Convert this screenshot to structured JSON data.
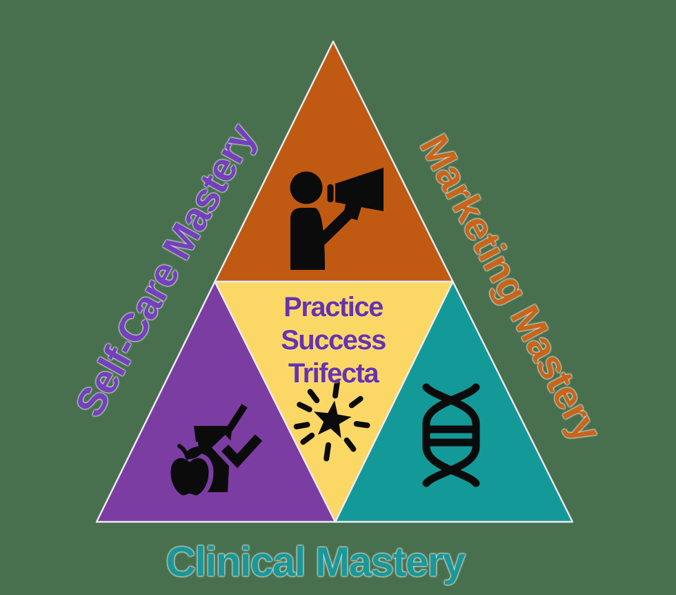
{
  "title": "Practice Success Trifecta",
  "background_color": "#48704e",
  "edge_color": "#f1ecf5",
  "icon_color": "#0b0b0b",
  "center_text": {
    "lines": [
      "Practice",
      "Success",
      "Trifecta"
    ],
    "color": "#6733ad"
  },
  "labels": {
    "self_care": {
      "text": "Self-Care Mastery",
      "color": "#7440bb"
    },
    "marketing": {
      "text": "Marketing Mastery",
      "color": "#c8651c"
    },
    "clinical": {
      "text": "Clinical Mastery",
      "color": "#1b9798"
    }
  },
  "triangles": {
    "marketing": {
      "position": "top",
      "color": "#c05a12",
      "icon": "megaphone-person-icon"
    },
    "self_care": {
      "position": "bottom-left",
      "color": "#7c3da3",
      "icon": "apple-drink-checkmark-icon"
    },
    "clinical": {
      "position": "bottom-right",
      "color": "#139a98",
      "icon": "dna-icon"
    },
    "center": {
      "position": "center",
      "color": "#fbd766",
      "icon": "sparkle-star-icon"
    }
  }
}
